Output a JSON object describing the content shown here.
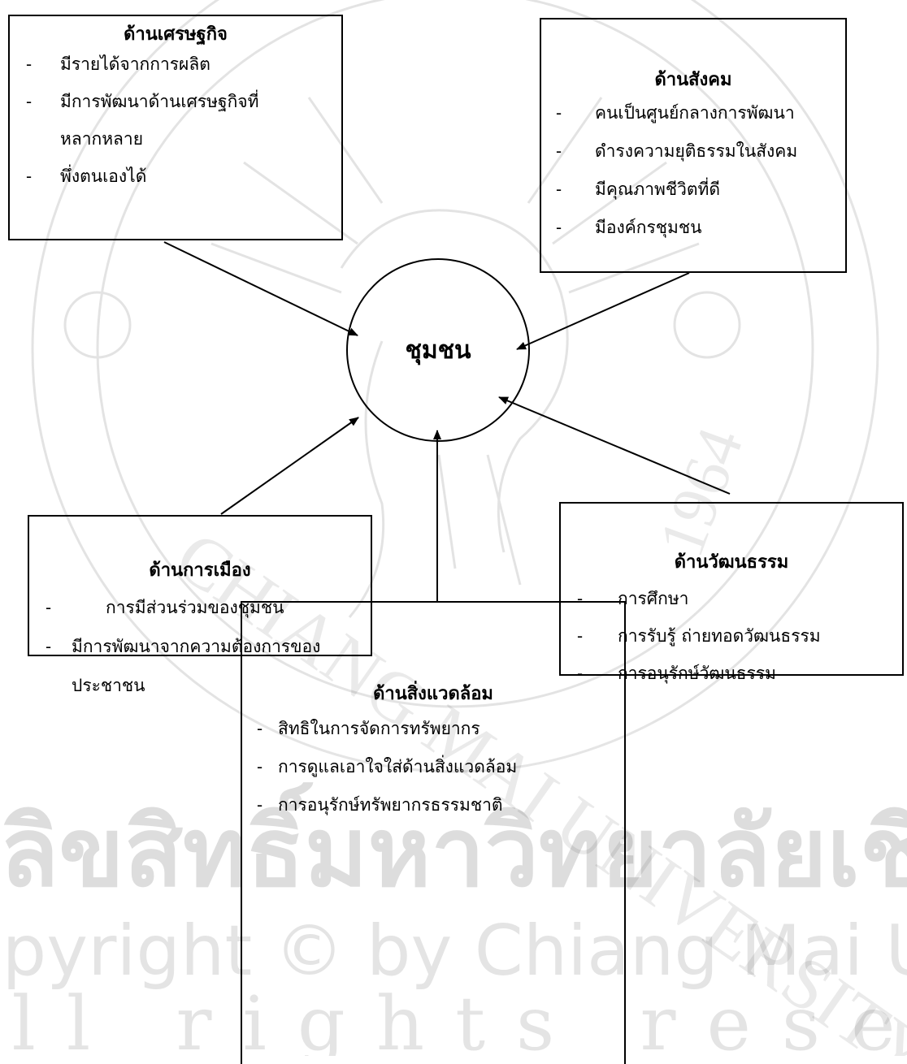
{
  "center": {
    "label": "ชุมชน"
  },
  "economic": {
    "title": "ด้านเศรษฐกิจ",
    "items": [
      "มีรายได้จากการผลิต",
      "มีการพัฒนาด้านเศรษฐกิจที่",
      "หลากหลาย",
      "พึ่งตนเองได้"
    ]
  },
  "social": {
    "title": "ด้านสังคม",
    "items": [
      "คนเป็นศูนย์กลางการพัฒนา",
      "ดำรงความยุติธรรมในสังคม",
      "มีคุณภาพชีวิตที่ดี",
      "มีองค์กรชุมชน"
    ]
  },
  "political": {
    "title": "ด้านการเมือง",
    "items": [
      "การมีส่วนร่วมของชุมชน",
      "มีการพัฒนาจากความต้องการของ",
      "ประชาชน"
    ]
  },
  "cultural": {
    "title": "ด้านวัฒนธรรม",
    "items": [
      "การศึกษา",
      "การรับรู้ ถ่ายทอดวัฒนธรรม",
      "การอนุรักษ์วัฒนธรรม"
    ]
  },
  "environmental": {
    "title": "ด้านสิ่งแวดล้อม",
    "items": [
      "สิทธิในการจัดการทรัพยากร",
      "การดูแลเอาใจใส่ด้านสิ่งแวดล้อม",
      "การอนุรักษ์ทรัพยากรธรรมชาติ"
    ]
  },
  "item_marker": "-",
  "watermark": {
    "line1": "ลิขสิทธิ์มหาวิทยาลัยเชียงใหม่",
    "line2": "Copyright © by Chiang Mai University",
    "line3": "All rights reserved",
    "arc": "CHIANG MAI UNIVERSITY",
    "year": "1964"
  }
}
